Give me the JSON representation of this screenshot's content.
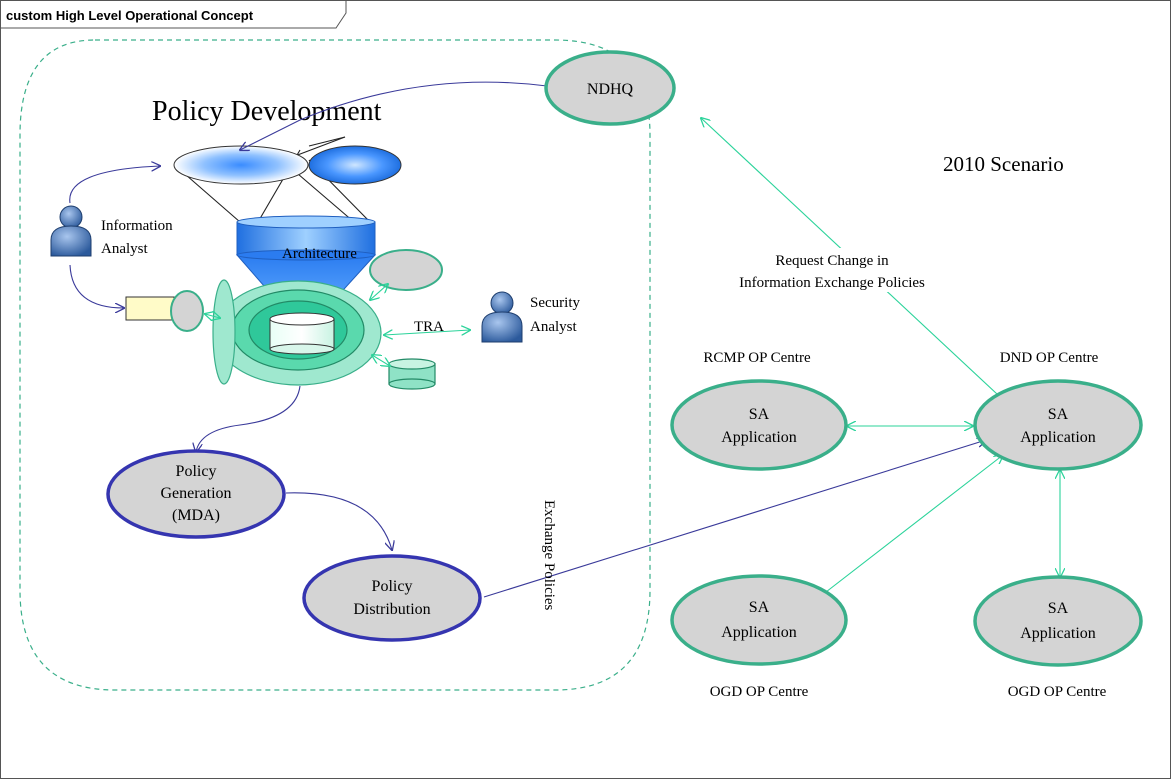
{
  "frame": {
    "title": "custom High Level Operational Concept"
  },
  "labels": {
    "policy_development": "Policy Development",
    "scenario": "2010 Scenario",
    "architecture": "Architecture",
    "tra": "TRA",
    "exchange_policies": "Exchange Policies",
    "request_line1": "Request Change in",
    "request_line2": "Information Exchange Policies",
    "rcmp_centre": "RCMP OP Centre",
    "dnd_centre": "DND OP Centre",
    "ogd_centre_1": "OGD OP Centre",
    "ogd_centre_2": "OGD OP Centre"
  },
  "actors": {
    "information_analyst": {
      "line1": "Information",
      "line2": "Analyst"
    },
    "security_analyst": {
      "line1": "Security",
      "line2": "Analyst"
    }
  },
  "nodes": {
    "ndhq": {
      "line1": "NDHQ"
    },
    "policy_generation": {
      "line1": "Policy",
      "line2": "Generation",
      "line3": "(MDA)"
    },
    "policy_distribution": {
      "line1": "Policy",
      "line2": "Distribution"
    },
    "sa_rcmp": {
      "line1": "SA",
      "line2": "Application"
    },
    "sa_dnd": {
      "line1": "SA",
      "line2": "Application"
    },
    "sa_ogd_1": {
      "line1": "SA",
      "line2": "Application"
    },
    "sa_ogd_2": {
      "line1": "SA",
      "line2": "Application"
    }
  },
  "colors": {
    "teal": "#2bd39a",
    "navy": "#3a3a9a",
    "node_fill": "#d4d4d4",
    "node_teal_border": "#3aaf8a",
    "node_blue_border": "#3535b0",
    "boundary": "#3aaf8a"
  }
}
